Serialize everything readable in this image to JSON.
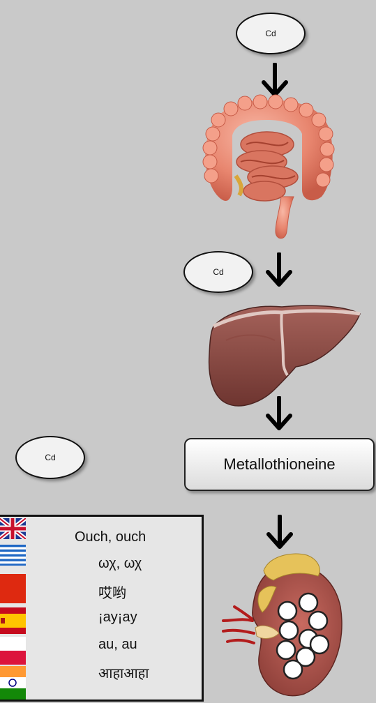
{
  "cd_nodes": [
    {
      "label": "Cd"
    },
    {
      "label": "Cd"
    },
    {
      "label": "Cd"
    }
  ],
  "metallothioneine": {
    "label": "Metallothioneine"
  },
  "legend": {
    "phrases": [
      {
        "flag": "uk-flag-icon",
        "text": "Ouch, ouch"
      },
      {
        "flag": "greece-flag-icon",
        "text": "ωχ, ωχ"
      },
      {
        "flag": "china-flag-icon",
        "text": "哎哟"
      },
      {
        "flag": "spain-flag-icon",
        "text": "¡ay¡ay"
      },
      {
        "flag": "poland-flag-icon",
        "text": "au, au"
      },
      {
        "flag": "india-flag-icon",
        "text": "आहाआहा"
      }
    ]
  },
  "colors": {
    "background": "#c9c9c9",
    "organ": "#e8866f",
    "liver": "#8b4a44",
    "kidney": "#a8514a"
  }
}
